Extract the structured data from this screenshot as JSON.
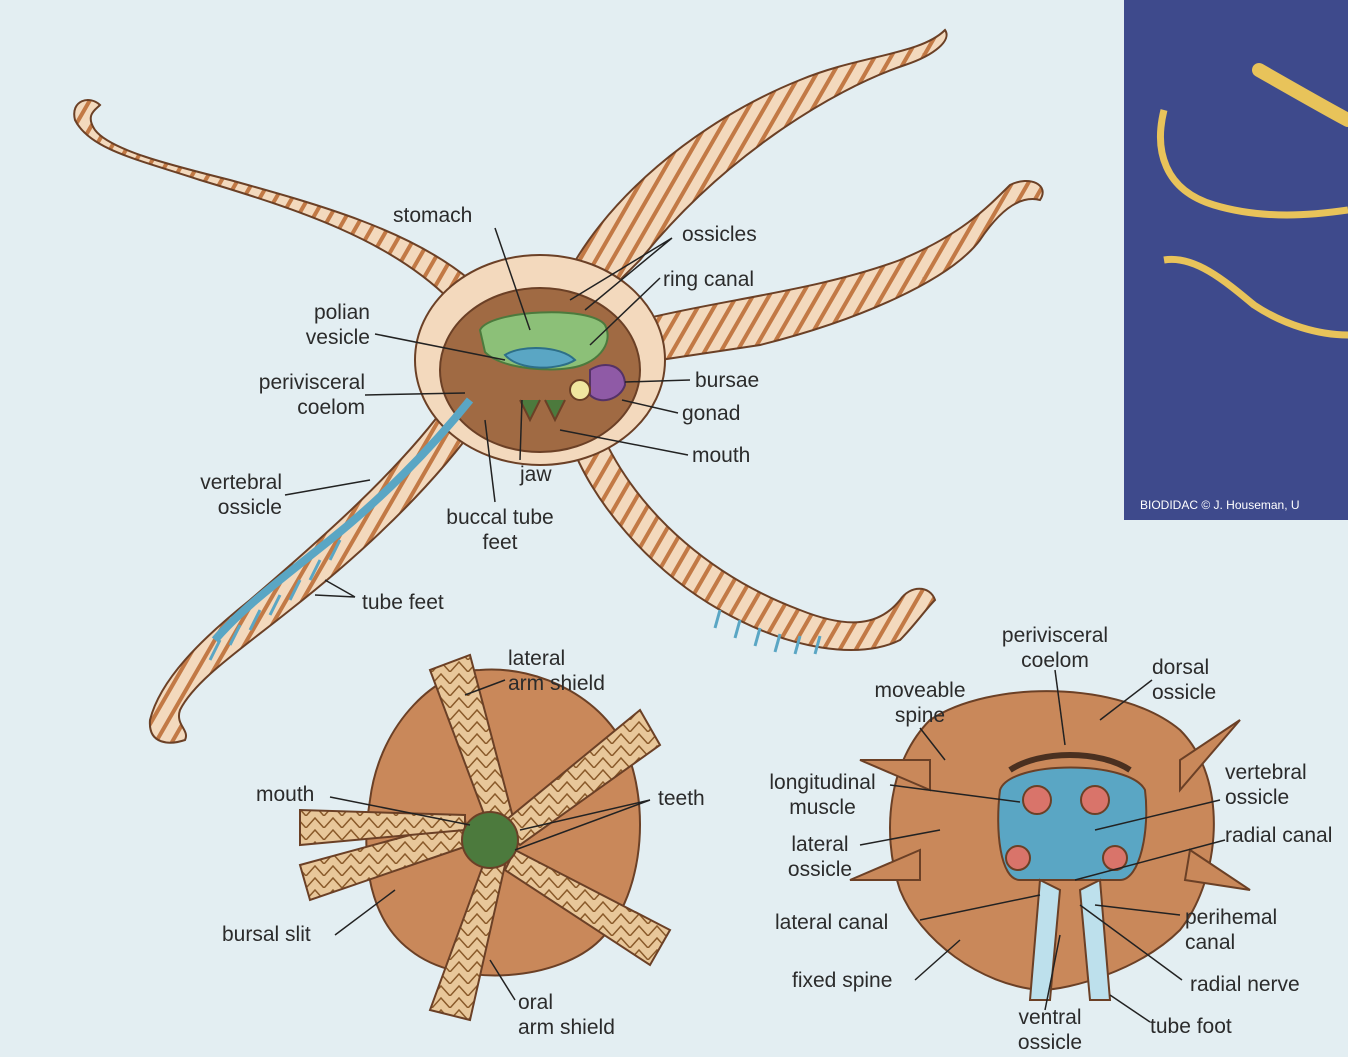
{
  "top": {
    "stomach": "stomach",
    "ossicles": "ossicles",
    "ring_canal": "ring canal",
    "polian_vesicle": "polian\nvesicle",
    "perivisceral_coelom": "perivisceral\ncoelom",
    "bursae": "bursae",
    "gonad": "gonad",
    "mouth": "mouth",
    "jaw": "jaw",
    "vertebral_ossicle": "vertebral\nossicle",
    "buccal_tube_feet": "buccal tube\nfeet",
    "tube_feet": "tube feet"
  },
  "oral": {
    "lateral_arm_shield": "lateral\narm shield",
    "mouth": "mouth",
    "teeth": "teeth",
    "bursal_slit": "bursal slit",
    "oral_arm_shield": "oral\narm shield"
  },
  "section": {
    "perivisceral_coelom": "perivisceral\ncoelom",
    "dorsal_ossicle": "dorsal\nossicle",
    "moveable_spine": "moveable\nspine",
    "longitudinal_muscle": "longitudinal\nmuscle",
    "vertebral_ossicle": "vertebral\nossicle",
    "radial_canal": "radial canal",
    "lateral_ossicle": "lateral\nossicle",
    "lateral_canal": "lateral canal",
    "perihemal_canal": "perihemal\ncanal",
    "fixed_spine": "fixed spine",
    "radial_nerve": "radial nerve",
    "ventral_ossicle": "ventral\nossicle",
    "tube_foot": "tube foot"
  },
  "photo_credit": "BIODIDAC © J. Houseman, U",
  "colors": {
    "background": "#e3eef2",
    "arm_fill": "#f3d9bd",
    "arm_band": "#b86d3c",
    "disc_fill": "#c9885a",
    "coelom": "#a06a43",
    "stomach": "#8cc078",
    "water_vascular": "#5aa6c4",
    "gonad": "#8f5aa6",
    "photo_bg": "#3e4a8c",
    "photo_arm": "#e8c35a"
  }
}
